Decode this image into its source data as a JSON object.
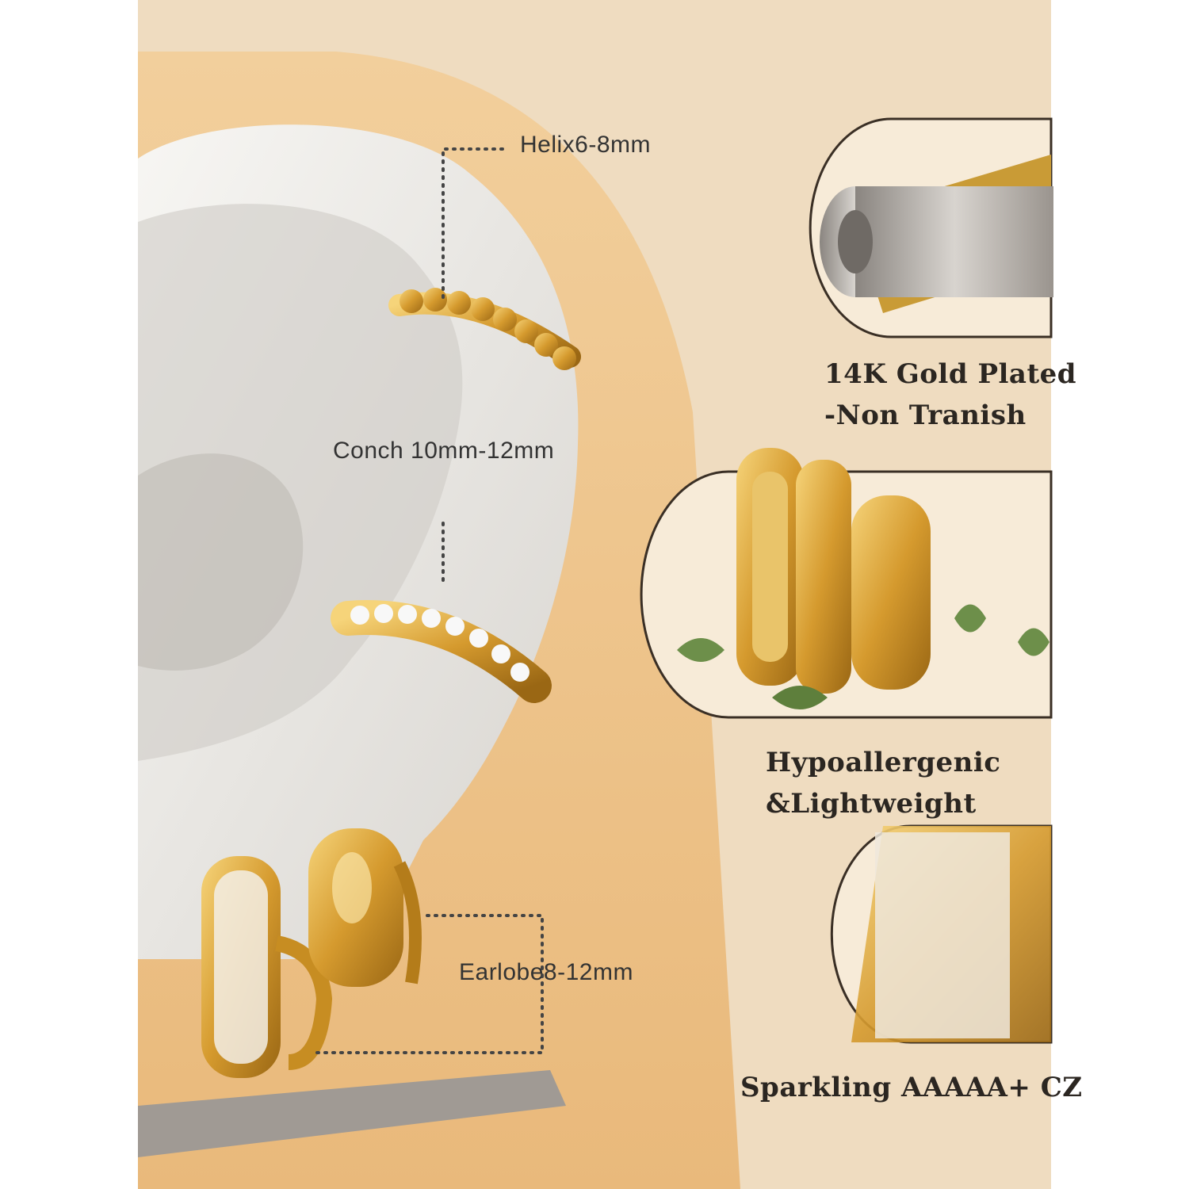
{
  "ear_labels": {
    "helix": "Helix6-8mm",
    "conch": "Conch 10mm-12mm",
    "earlobe": "Earlobe8-12mm"
  },
  "features": {
    "gold": {
      "line1": "14K Gold Plated",
      "line2": "-Non Tranish"
    },
    "hypo": {
      "line1": "Hypoallergenic",
      "line2": "&Lightweight"
    },
    "cz": {
      "line1": "Sparkling AAAAA+ CZ"
    }
  },
  "colors": {
    "background": "#efdcc0",
    "panel": "#f7e6cf",
    "ear": "#e8e6e2",
    "gold": "#d9a53a",
    "text": "#2b2621"
  }
}
